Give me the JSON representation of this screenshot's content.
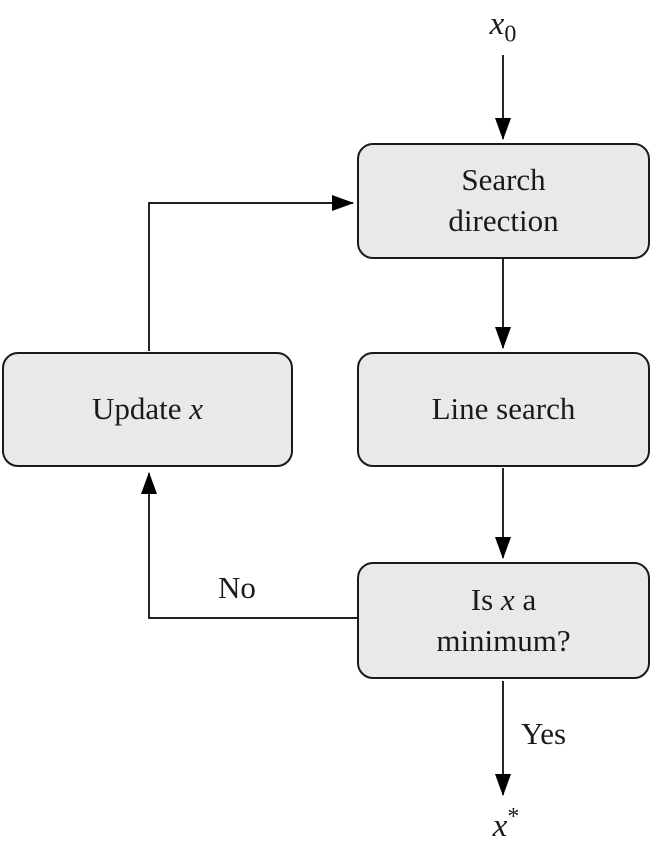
{
  "diagram": {
    "title_semantic": "optimization-descent-method-flowchart",
    "start_label": {
      "base": "x",
      "subscript": "0"
    },
    "end_label": {
      "base": "x",
      "superscript": "*"
    },
    "boxes": {
      "search_direction": {
        "label": "Search direction"
      },
      "line_search": {
        "label": "Line search"
      },
      "is_minimum": {
        "prefix": "Is ",
        "var": "x",
        "suffix": " a minimum?"
      },
      "update": {
        "prefix": "Update ",
        "var": "x"
      }
    },
    "edge_labels": {
      "yes": "Yes",
      "no": "No"
    },
    "colors": {
      "box_fill": "#e9e9e9",
      "box_border": "#1a1a1a",
      "line": "#000000",
      "background": "#ffffff",
      "text": "#1a1a1a"
    }
  }
}
